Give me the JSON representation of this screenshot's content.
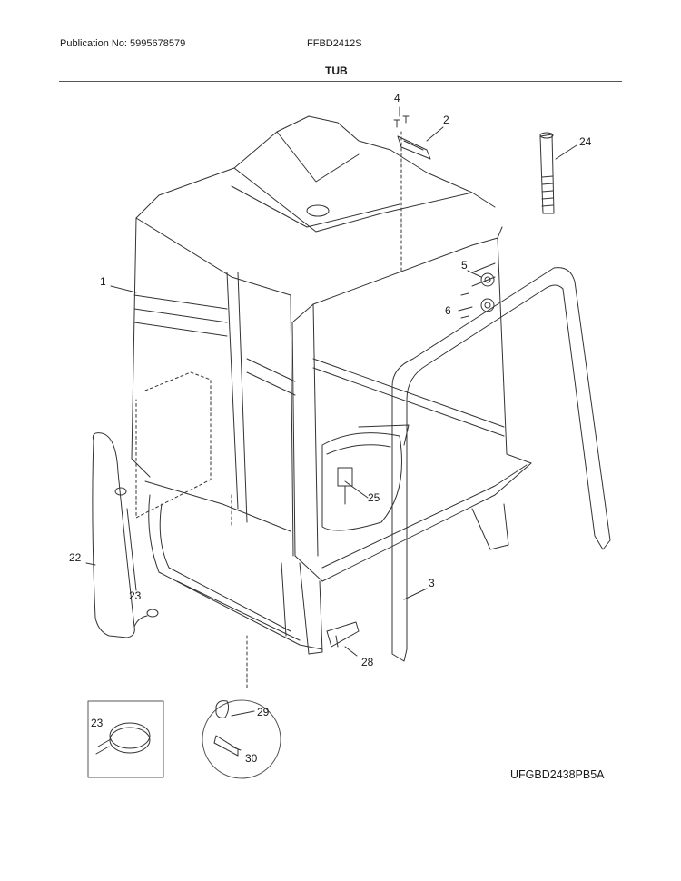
{
  "header": {
    "publication": "Publication No: 5995678579",
    "model": "FFBD2412S",
    "title": "TUB"
  },
  "callouts": {
    "p1": "1",
    "p2": "2",
    "p3": "3",
    "p4": "4",
    "p5": "5",
    "p6": "6",
    "p22": "22",
    "p23a": "23",
    "p23b": "23",
    "p24": "24",
    "p25": "25",
    "p28": "28",
    "p29": "29",
    "p30": "30"
  },
  "diagram_code": "UFGBD2438PB5A"
}
